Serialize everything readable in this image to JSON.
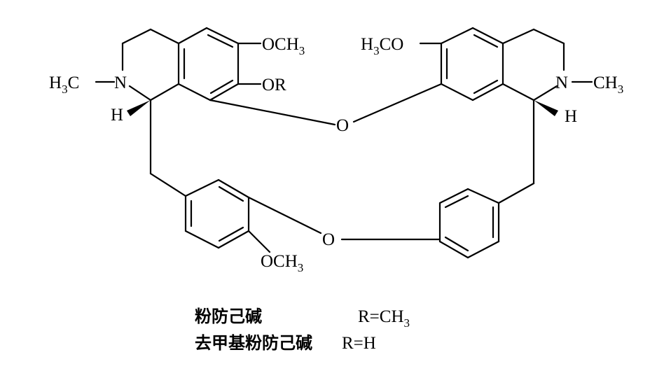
{
  "labels": {
    "och3_top": "OCH",
    "och3_top_sub": "3",
    "or": "OR",
    "h3c_left": "H",
    "h3c_left_sub": "3",
    "h3c_left_c": "C",
    "n_left": "N",
    "h_left": "H",
    "h3co": "H",
    "h3co_sub": "3",
    "h3co_co": "CO",
    "n_right": "N",
    "ch3_right": "CH",
    "ch3_right_sub": "3",
    "h_right": "H",
    "o_upper": "O",
    "o_lower": "O",
    "och3_bottom": "OCH",
    "och3_bottom_sub": "3"
  },
  "caption": [
    {
      "name": "粉防己碱",
      "r": "R=CH",
      "r_sub": "3"
    },
    {
      "name": "去甲基粉防己碱",
      "r": "R=H",
      "r_sub": ""
    }
  ]
}
